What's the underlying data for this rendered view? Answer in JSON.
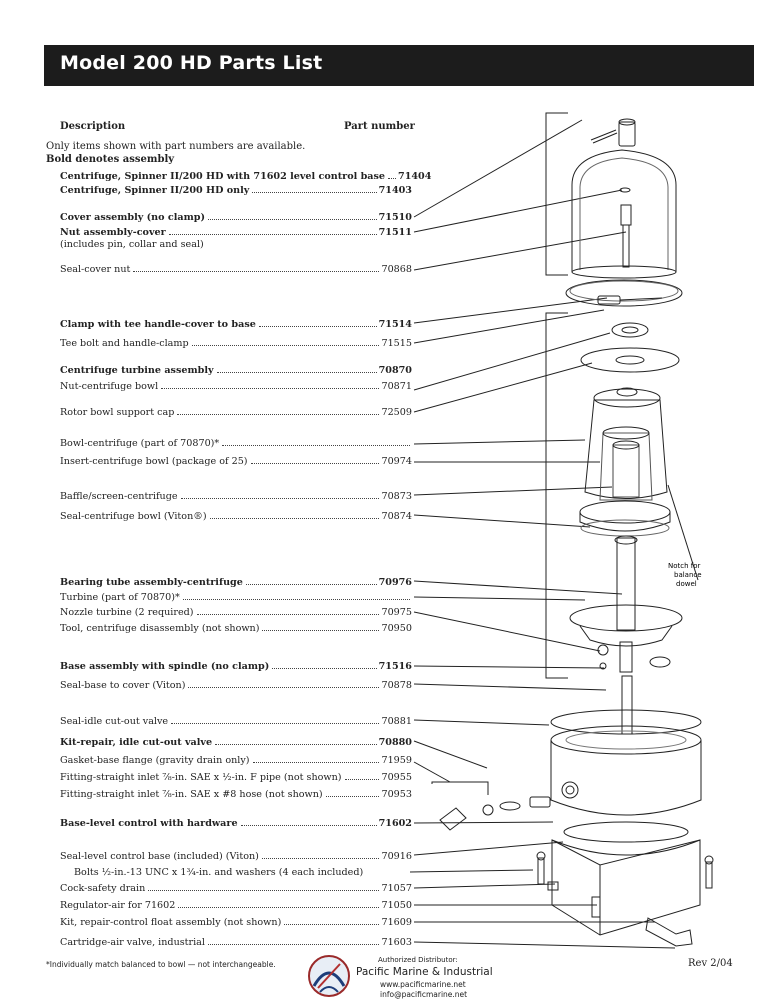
{
  "title": "Model 200 HD Parts List",
  "headers": {
    "description": "Description",
    "part_number": "Part number"
  },
  "notes": {
    "available": "Only items shown with part numbers are available.",
    "bold": "Bold denotes assembly"
  },
  "rows": [
    {
      "desc": "Centrifuge, Spinner II/200 HD with 71602 level control base",
      "part": "71404",
      "bold": true
    },
    {
      "desc": "Centrifuge, Spinner II/200 HD only",
      "part": "71403",
      "bold": true
    },
    {
      "desc": "Cover assembly (no clamp)",
      "part": "71510",
      "bold": true
    },
    {
      "desc": "Nut assembly-cover",
      "part": "71511",
      "bold": true
    },
    {
      "desc": "Seal-cover nut",
      "part": "70868",
      "bold": false
    },
    {
      "desc": "Clamp with tee handle-cover to base",
      "part": "71514",
      "bold": true
    },
    {
      "desc": "Tee bolt and handle-clamp",
      "part": "71515",
      "bold": false
    },
    {
      "desc": "Centrifuge turbine assembly",
      "part": "70870",
      "bold": true
    },
    {
      "desc": "Nut-centrifuge bowl",
      "part": "70871",
      "bold": false
    },
    {
      "desc": "Rotor bowl support cap",
      "part": "72509",
      "bold": false
    },
    {
      "desc": "Bowl-centrifuge (part of 70870)*",
      "part": "",
      "bold": false
    },
    {
      "desc": "Insert-centrifuge bowl (package of 25)",
      "part": "70974",
      "bold": false
    },
    {
      "desc": "Baffle/screen-centrifuge",
      "part": "70873",
      "bold": false
    },
    {
      "desc": "Seal-centrifuge bowl (Viton®)",
      "part": "70874",
      "bold": false
    },
    {
      "desc": "Bearing tube assembly-centrifuge",
      "part": "70976",
      "bold": true
    },
    {
      "desc": "Turbine (part of 70870)*",
      "part": "",
      "bold": false
    },
    {
      "desc": "Nozzle turbine (2 required)",
      "part": "70975",
      "bold": false
    },
    {
      "desc": "Tool, centrifuge disassembly (not shown)",
      "part": "70950",
      "bold": false
    },
    {
      "desc": "Base assembly with spindle (no clamp)",
      "part": "71516",
      "bold": true
    },
    {
      "desc": "Seal-base to cover (Viton)",
      "part": "70878",
      "bold": false
    },
    {
      "desc": "Seal-idle cut-out valve",
      "part": "70881",
      "bold": false
    },
    {
      "desc": "Kit-repair, idle cut-out valve",
      "part": "70880",
      "bold": true
    },
    {
      "desc": "Gasket-base flange (gravity drain only)",
      "part": "71959",
      "bold": false
    },
    {
      "desc": "Fitting-straight inlet ⅞-in. SAE x ½-in. F pipe (not shown)",
      "part": "70955",
      "bold": false
    },
    {
      "desc": "Fitting-straight inlet ⅞-in. SAE x #8 hose (not shown)",
      "part": "70953",
      "bold": false
    },
    {
      "desc": "Base-level control with hardware",
      "part": "71602",
      "bold": true
    },
    {
      "desc": "Seal-level control base (included) (Viton)",
      "part": "70916",
      "bold": false
    },
    {
      "desc": "Bolts ½-in.-13 UNC x 1¾-in. and washers (4 each included)",
      "part": "",
      "bold": false
    },
    {
      "desc": "Cock-safety drain",
      "part": "71057",
      "bold": false
    },
    {
      "desc": "Regulator-air for 71602",
      "part": "71050",
      "bold": false
    },
    {
      "desc": "Kit, repair-control float assembly (not shown)",
      "part": "71609",
      "bold": false
    },
    {
      "desc": "Cartridge-air valve, industrial",
      "part": "71603",
      "bold": false
    }
  ],
  "nut_note": "(includes pin, collar and seal)",
  "notch_label": [
    "Notch for",
    "balance",
    "dowel"
  ],
  "footnote": "*Individually match balanced to bowl — not interchangeable.",
  "distributor": {
    "authorized": "Authorized Distributor:",
    "name": "Pacific Marine & Industrial",
    "web": "www.pacificmarine.net",
    "email": "info@pacificmarine.net"
  },
  "revision": "Rev 2/04"
}
